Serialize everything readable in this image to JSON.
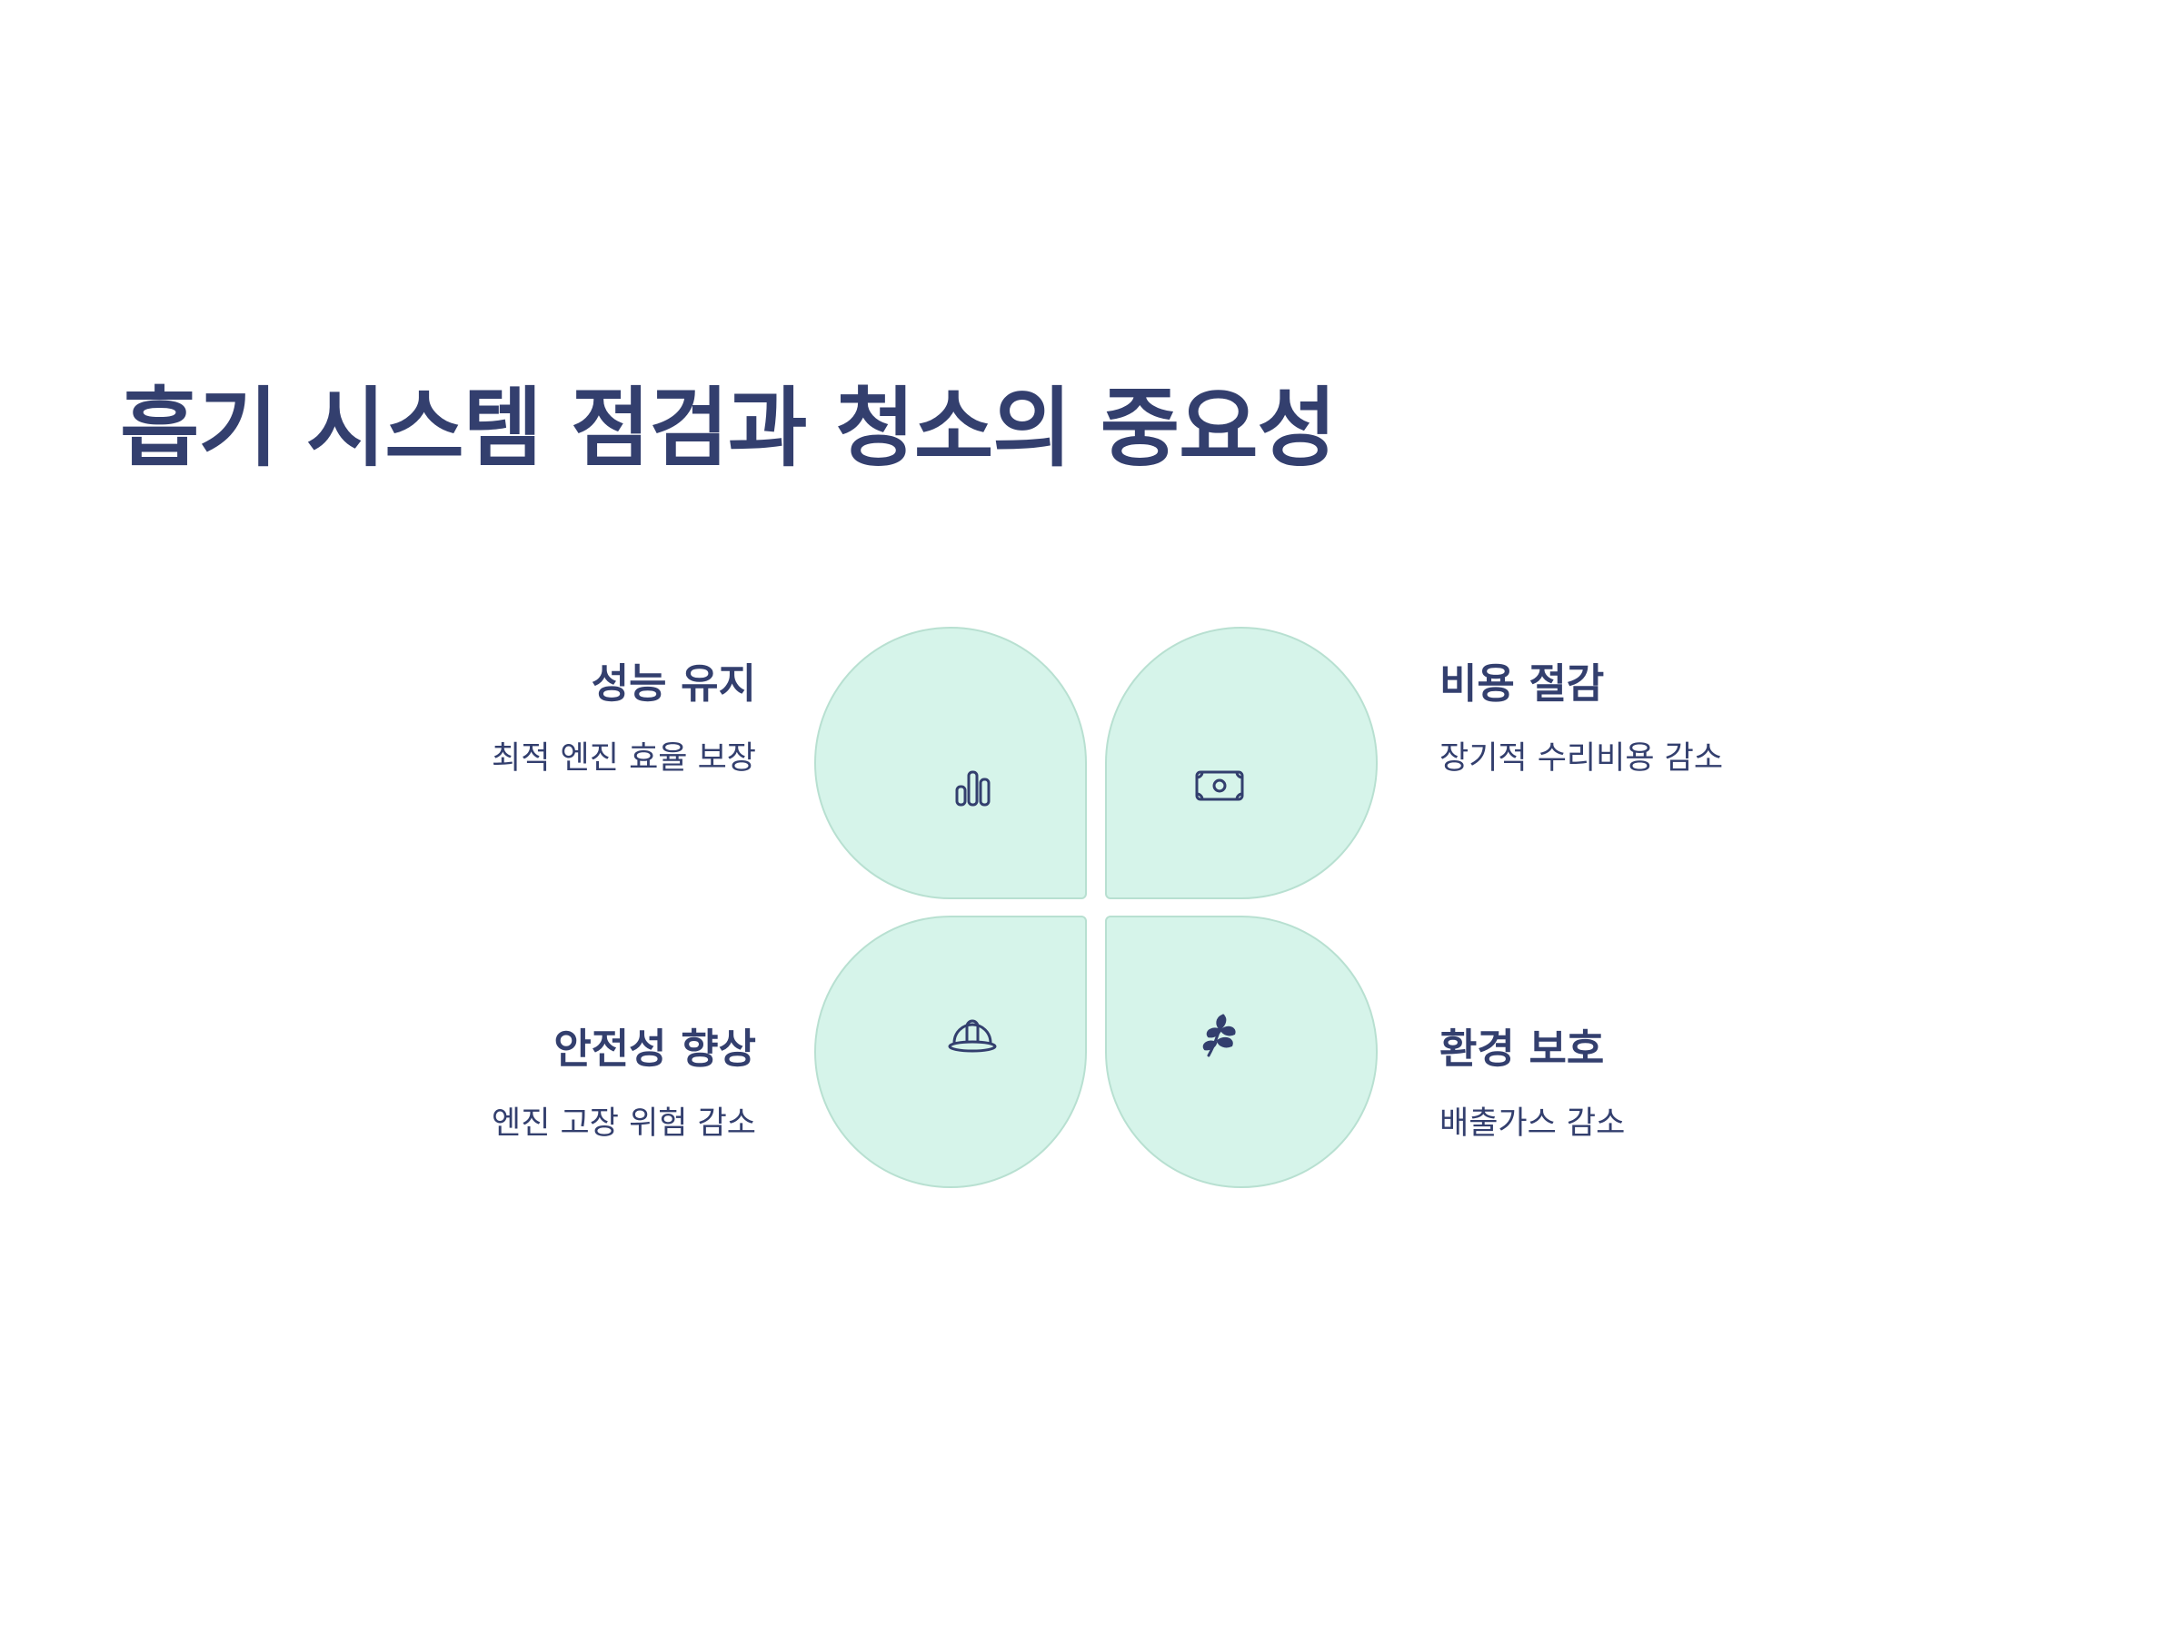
{
  "title": "흡기 시스템 점검과 청소의 중요성",
  "items": [
    {
      "title": "성능 유지",
      "description": "최적 엔진 효율 보장",
      "icon": "bar-chart-icon"
    },
    {
      "title": "비용 절감",
      "description": "장기적 수리비용 감소",
      "icon": "money-bill-icon"
    },
    {
      "title": "안전성 향상",
      "description": "엔진 고장 위험 감소",
      "icon": "hard-hat-icon"
    },
    {
      "title": "환경 보호",
      "description": "배출가스 감소",
      "icon": "leaf-sprig-icon"
    }
  ],
  "colors": {
    "text": "#333f6e",
    "petal_fill": "#d6f4ea",
    "petal_border": "#b8e0d1",
    "background": "#ffffff"
  }
}
